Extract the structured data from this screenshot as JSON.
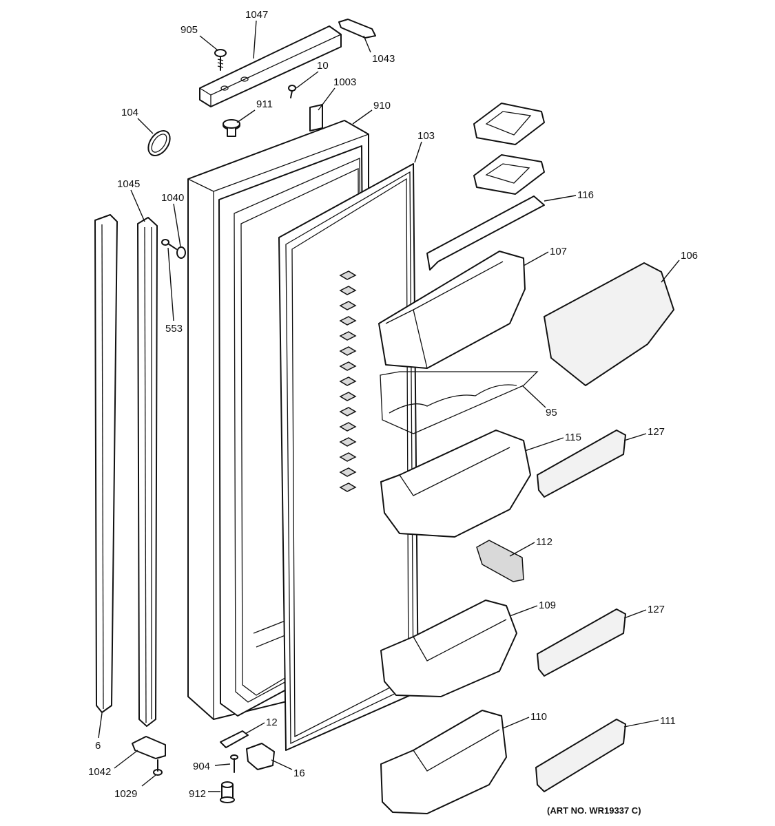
{
  "callouts": {
    "c905": "905",
    "c1047": "1047",
    "c1043": "1043",
    "c10": "10",
    "c1003": "1003",
    "c911": "911",
    "c910": "910",
    "c104": "104",
    "c103": "103",
    "c116": "116",
    "c1045": "1045",
    "c1040": "1040",
    "c107": "107",
    "c106": "106",
    "c553": "553",
    "c95": "95",
    "c115": "115",
    "c127a": "127",
    "c112": "112",
    "c109": "109",
    "c127b": "127",
    "c110": "110",
    "c111": "111",
    "c12": "12",
    "c6": "6",
    "c1042": "1042",
    "c904": "904",
    "c16": "16",
    "c1029": "1029",
    "c912": "912"
  },
  "art_number": "(ART NO. WR19337 C)"
}
